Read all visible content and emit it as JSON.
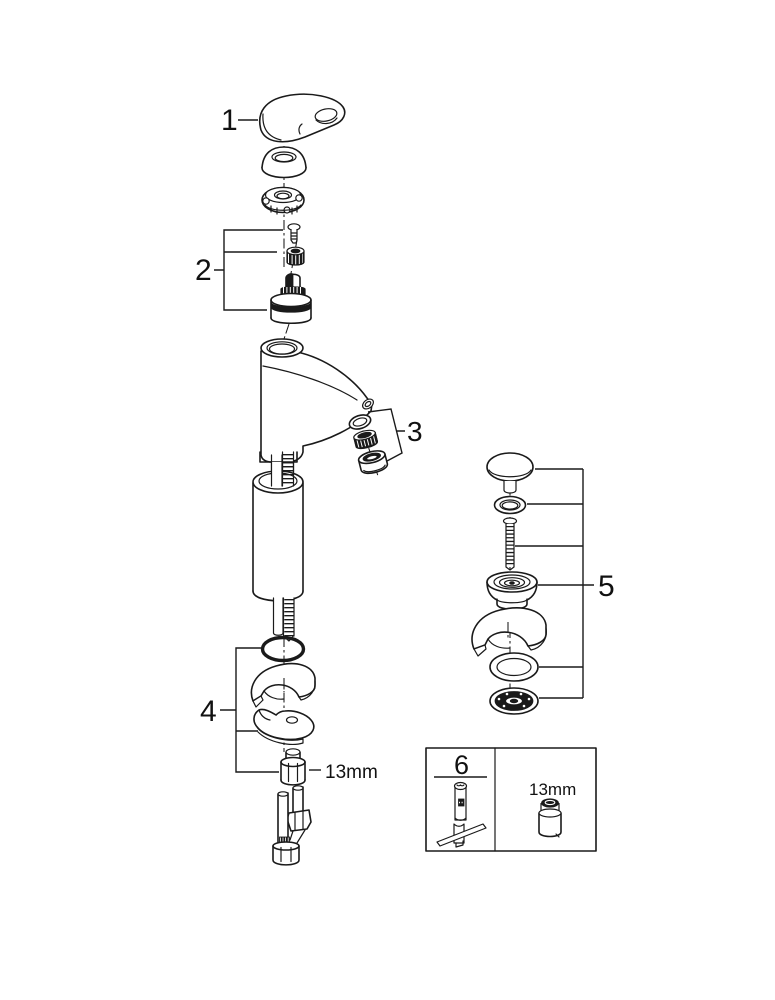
{
  "canvas": {
    "background": "#ffffff",
    "line_color": "#1a1a1a"
  },
  "callouts": {
    "part1": "1",
    "part2": "2",
    "part3": "3",
    "part4": "4",
    "part5": "5",
    "part6": "6",
    "mounting_nut_size": "13mm",
    "socket_tool_size": "13mm"
  }
}
